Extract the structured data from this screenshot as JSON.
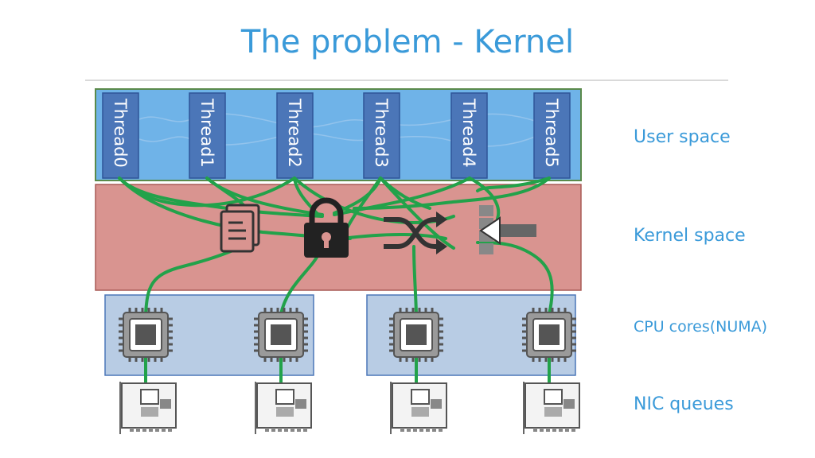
{
  "title": "The problem - Kernel",
  "threads": [
    "Thread0",
    "Thread1",
    "Thread2",
    "Thread3",
    "Thread4",
    "Thread5"
  ],
  "layers": {
    "user_space": "User space",
    "kernel_space": "Kernel space",
    "cpu_cores": "CPU cores(NUMA)",
    "nic_queues": "NIC queues"
  },
  "kernel_icons": [
    "document-icon",
    "lock-icon",
    "shuffle-icon",
    "queue-icon"
  ],
  "colors": {
    "title": "#3a9ad9",
    "user_space_fill": "#6fb3e8",
    "user_space_border": "#5a8a4a",
    "thread_fill": "#4b76b8",
    "kernel_fill": "#d99490",
    "cpu_group_fill": "#b8cce4",
    "connector": "#22a24a"
  }
}
